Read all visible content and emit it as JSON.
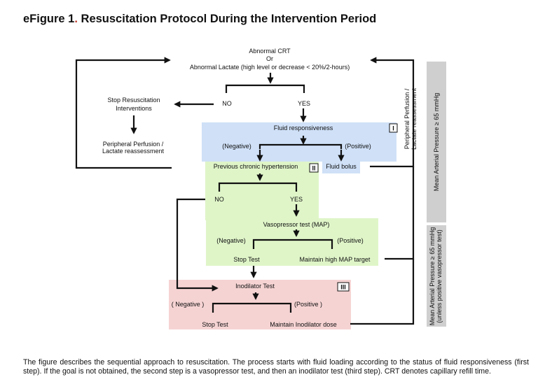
{
  "title": {
    "prefix": "eFigure 1",
    "separator": ".",
    "main": " Resuscitation Protocol During the Intervention Period"
  },
  "diagram": {
    "start": {
      "line1": "Abnormal CRT",
      "line2": "Or",
      "line3": "Abnormal Lactate (high level or decrease < 20%/2-hours)"
    },
    "no": "NO",
    "yes": "YES",
    "stop": {
      "line1": "Stop Resuscitation",
      "line2": "Interventions"
    },
    "reassess_left": {
      "line1": "Peripheral Perfusion /",
      "line2": "Lactate reassessment"
    },
    "reassess_right": {
      "line1": "Peripheral Perfusion /",
      "line2": "Lactate reassessment"
    },
    "step1": {
      "badge": "I",
      "title": "Fluid responsiveness",
      "negative": "(Negative)",
      "positive": "(Positive)",
      "fluid_bolus": "Fluid bolus"
    },
    "step2": {
      "badge": "II",
      "title": "Previous chronic hypertension",
      "no": "NO",
      "yes": "YES",
      "vasopressor_test": "Vasopressor test (MAP)",
      "negative": "(Negative)",
      "positive": "(Positive)",
      "stop_test": "Stop Test",
      "maintain": "Maintain high MAP target"
    },
    "step3": {
      "badge": "III",
      "title": "Inodilator Test",
      "negative": "( Negative )",
      "positive": "(Positive )",
      "stop_test": "Stop Test",
      "maintain": "Maintain Inodilator dose"
    },
    "map_top": "Mean Arterial Pressure ≥ 65 mmHg",
    "map_bottom": {
      "line1": "Mean Arterial Pressure ≥ 65 mmHg",
      "line2": "(unless positive vasopressor test)"
    }
  },
  "colors": {
    "step1_box": "#cfe0f7",
    "step2_box": "#dff5c8",
    "step3_box": "#f6d3d3",
    "sidebar": "#cfcfcf"
  },
  "caption": "The figure describes the sequential approach to resuscitation. The process starts with fluid loading according to the status of fluid responsiveness (first step). If the goal is not obtained, the second step is a vasopressor test, and then an inodilator test (third step). CRT denotes capillary refill time."
}
